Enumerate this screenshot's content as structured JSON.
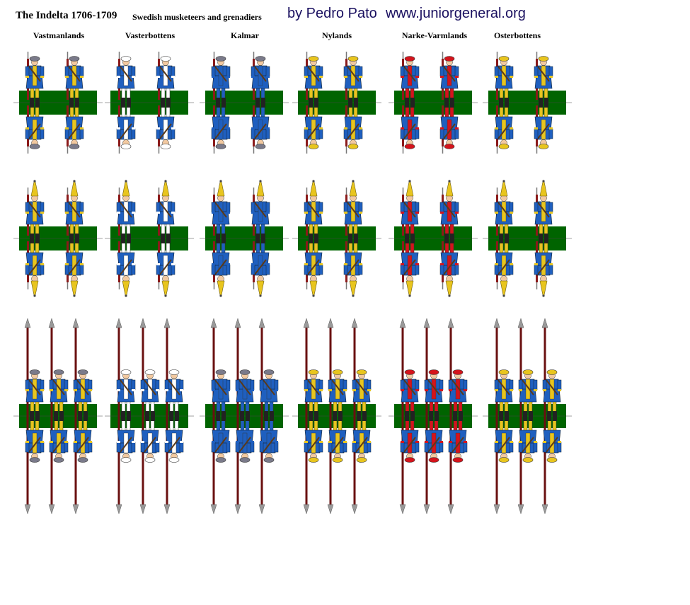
{
  "header": {
    "title": "The Indelta 1706-1709",
    "subtitle": "Swedish musketeers and grenadiers",
    "author": "by Pedro Pato",
    "website": "www.juniorgeneral.org"
  },
  "regiments": [
    {
      "name": "Vastmanlands",
      "hat": "#7a7a8a",
      "coat": "#1f5fbf",
      "facing": "#e8c51e",
      "breeches": "#e8c51e"
    },
    {
      "name": "Vasterbottens",
      "hat": "#ffffff",
      "coat": "#1f5fbf",
      "facing": "#ffffff",
      "breeches": "#ffffff"
    },
    {
      "name": "Kalmar",
      "hat": "#7a7a8a",
      "coat": "#1f5fbf",
      "facing": "#1f5fbf",
      "breeches": "#1f5fbf"
    },
    {
      "name": "Nylands",
      "hat": "#e8c51e",
      "coat": "#1f5fbf",
      "facing": "#e8c51e",
      "breeches": "#e8c51e"
    },
    {
      "name": "Narke-Varmlands",
      "hat": "#d4141c",
      "coat": "#1f5fbf",
      "facing": "#d4141c",
      "breeches": "#d4141c"
    },
    {
      "name": "Osterbottens",
      "hat": "#e8c51e",
      "coat": "#1f5fbf",
      "facing": "#e8c51e",
      "breeches": "#e8c51e"
    }
  ],
  "colors": {
    "base": "#006400",
    "musket": "#8b1a1a",
    "pike": "#6a1010",
    "pikehead": "#9a9a9a",
    "skin": "#f2c9a0",
    "boots": "#222222",
    "grenadier_cap": "#e8c51e",
    "strap": "#5a3a1a"
  }
}
